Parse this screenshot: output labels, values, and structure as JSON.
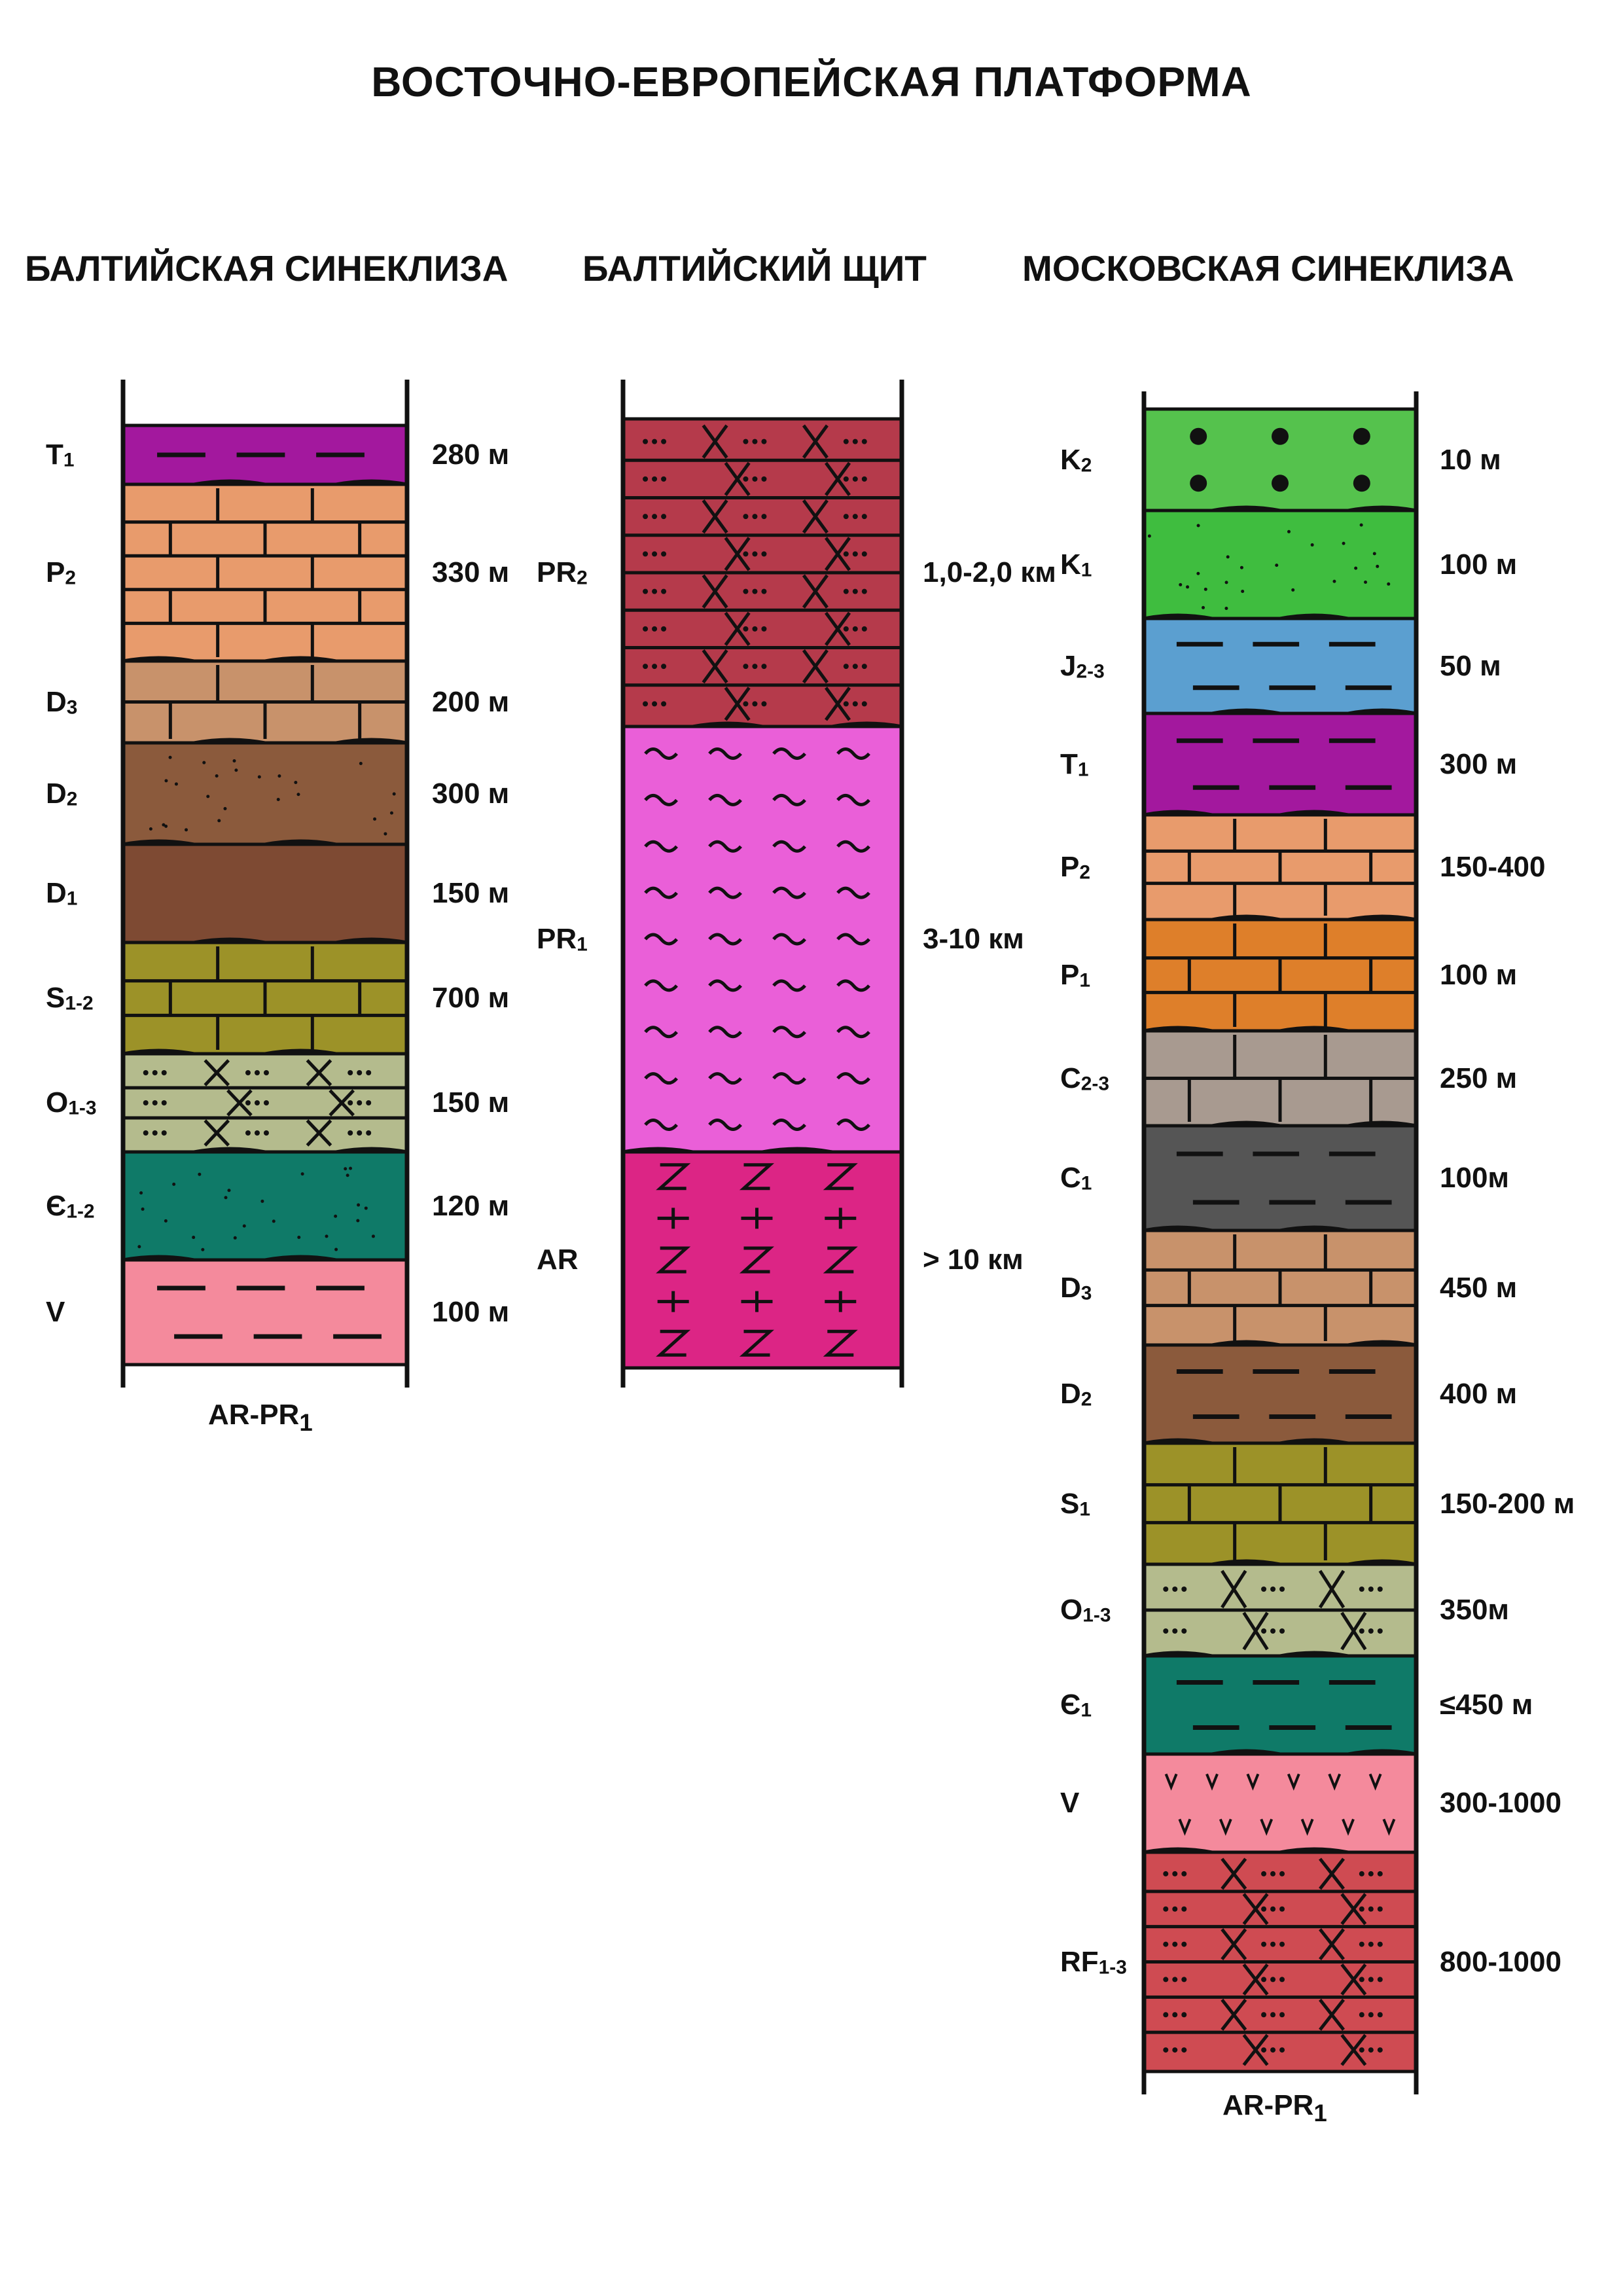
{
  "title": "ВОСТОЧНО-ЕВРОПЕЙСКАЯ ПЛАТФОРМА",
  "columns": [
    {
      "name": "БАЛТИЙСКАЯ СИНЕКЛИЗА",
      "base": {
        "main": "AR-PR",
        "sub": "1"
      },
      "layers": [
        {
          "age": {
            "main": "T",
            "sub": "1"
          },
          "thickness": "280 м",
          "color": "#a3189e",
          "pattern": "clay"
        },
        {
          "age": {
            "main": "P",
            "sub": "2"
          },
          "thickness": "330 м",
          "color": "#e89b6c",
          "pattern": "limestone"
        },
        {
          "age": {
            "main": "D",
            "sub": "3"
          },
          "thickness": "200 м",
          "color": "#c8926b",
          "pattern": "limestone"
        },
        {
          "age": {
            "main": "D",
            "sub": "2"
          },
          "thickness": "300 м",
          "color": "#8b5a3c",
          "pattern": "sand"
        },
        {
          "age": {
            "main": "D",
            "sub": "1"
          },
          "thickness": "150 м",
          "color": "#7e4a33",
          "pattern": "plain"
        },
        {
          "age": {
            "main": "S",
            "sub": "1-2"
          },
          "thickness": "700 м",
          "color": "#9c9228",
          "pattern": "limestone"
        },
        {
          "age": {
            "main": "O",
            "sub": "1-3"
          },
          "thickness": "150 м",
          "color": "#b4bb8d",
          "pattern": "sandstone"
        },
        {
          "age": {
            "main": "Є",
            "sub": "1-2"
          },
          "thickness": "120 м",
          "color": "#0f7a68",
          "pattern": "sand"
        },
        {
          "age": {
            "main": "V",
            "sub": ""
          },
          "thickness": "100 м",
          "color": "#f48a9c",
          "pattern": "clay"
        }
      ]
    },
    {
      "name": "БАЛТИЙСКИЙ ЩИТ",
      "base": {
        "main": "",
        "sub": ""
      },
      "layers": [
        {
          "age": {
            "main": "PR",
            "sub": "2"
          },
          "thickness": "1,0-2,0 км",
          "color": "#b53a4b",
          "pattern": "sandstone"
        },
        {
          "age": {
            "main": "PR",
            "sub": "1"
          },
          "thickness": "3-10 км",
          "color": "#ea5fd8",
          "pattern": "schist"
        },
        {
          "age": {
            "main": "AR",
            "sub": ""
          },
          "thickness": "> 10 км",
          "color": "#dc2585",
          "pattern": "gneiss"
        }
      ]
    },
    {
      "name": "МОСКОВСКАЯ СИНЕКЛИЗА",
      "base": {
        "main": "AR-PR",
        "sub": "1"
      },
      "layers": [
        {
          "age": {
            "main": "K",
            "sub": "2"
          },
          "thickness": "10 м",
          "color": "#55c24d",
          "pattern": "chalk"
        },
        {
          "age": {
            "main": "K",
            "sub": "1"
          },
          "thickness": "100 м",
          "color": "#3fbd3f",
          "pattern": "sand"
        },
        {
          "age": {
            "main": "J",
            "sub": "2-3"
          },
          "thickness": "50 м",
          "color": "#5b9fd0",
          "pattern": "clay"
        },
        {
          "age": {
            "main": "T",
            "sub": "1"
          },
          "thickness": "300 м",
          "color": "#a3189e",
          "pattern": "clay"
        },
        {
          "age": {
            "main": "P",
            "sub": "2"
          },
          "thickness": "150-400",
          "color": "#e89b6c",
          "pattern": "limestone"
        },
        {
          "age": {
            "main": "P",
            "sub": "1"
          },
          "thickness": "100 м",
          "color": "#de7f2a",
          "pattern": "limestone"
        },
        {
          "age": {
            "main": "C",
            "sub": "2-3"
          },
          "thickness": "250 м",
          "color": "#a89a90",
          "pattern": "limestone"
        },
        {
          "age": {
            "main": "C",
            "sub": "1"
          },
          "thickness": "100м",
          "color": "#555555",
          "pattern": "clay"
        },
        {
          "age": {
            "main": "D",
            "sub": "3"
          },
          "thickness": "450 м",
          "color": "#c8926b",
          "pattern": "limestone"
        },
        {
          "age": {
            "main": "D",
            "sub": "2"
          },
          "thickness": "400 м",
          "color": "#8b5a3c",
          "pattern": "clay"
        },
        {
          "age": {
            "main": "S",
            "sub": "1"
          },
          "thickness": "150-200 м",
          "color": "#9c9228",
          "pattern": "limestone"
        },
        {
          "age": {
            "main": "O",
            "sub": "1-3"
          },
          "thickness": "350м",
          "color": "#b4bb8d",
          "pattern": "sandstone"
        },
        {
          "age": {
            "main": "Є",
            "sub": "1"
          },
          "thickness": "≤450 м",
          "color": "#0f7a68",
          "pattern": "clay"
        },
        {
          "age": {
            "main": "V",
            "sub": ""
          },
          "thickness": "300-1000",
          "color": "#f48a9c",
          "pattern": "volcanic"
        },
        {
          "age": {
            "main": "RF",
            "sub": "1-3"
          },
          "thickness": "800-1000",
          "color": "#cf4b52",
          "pattern": "sandstone"
        }
      ]
    }
  ]
}
